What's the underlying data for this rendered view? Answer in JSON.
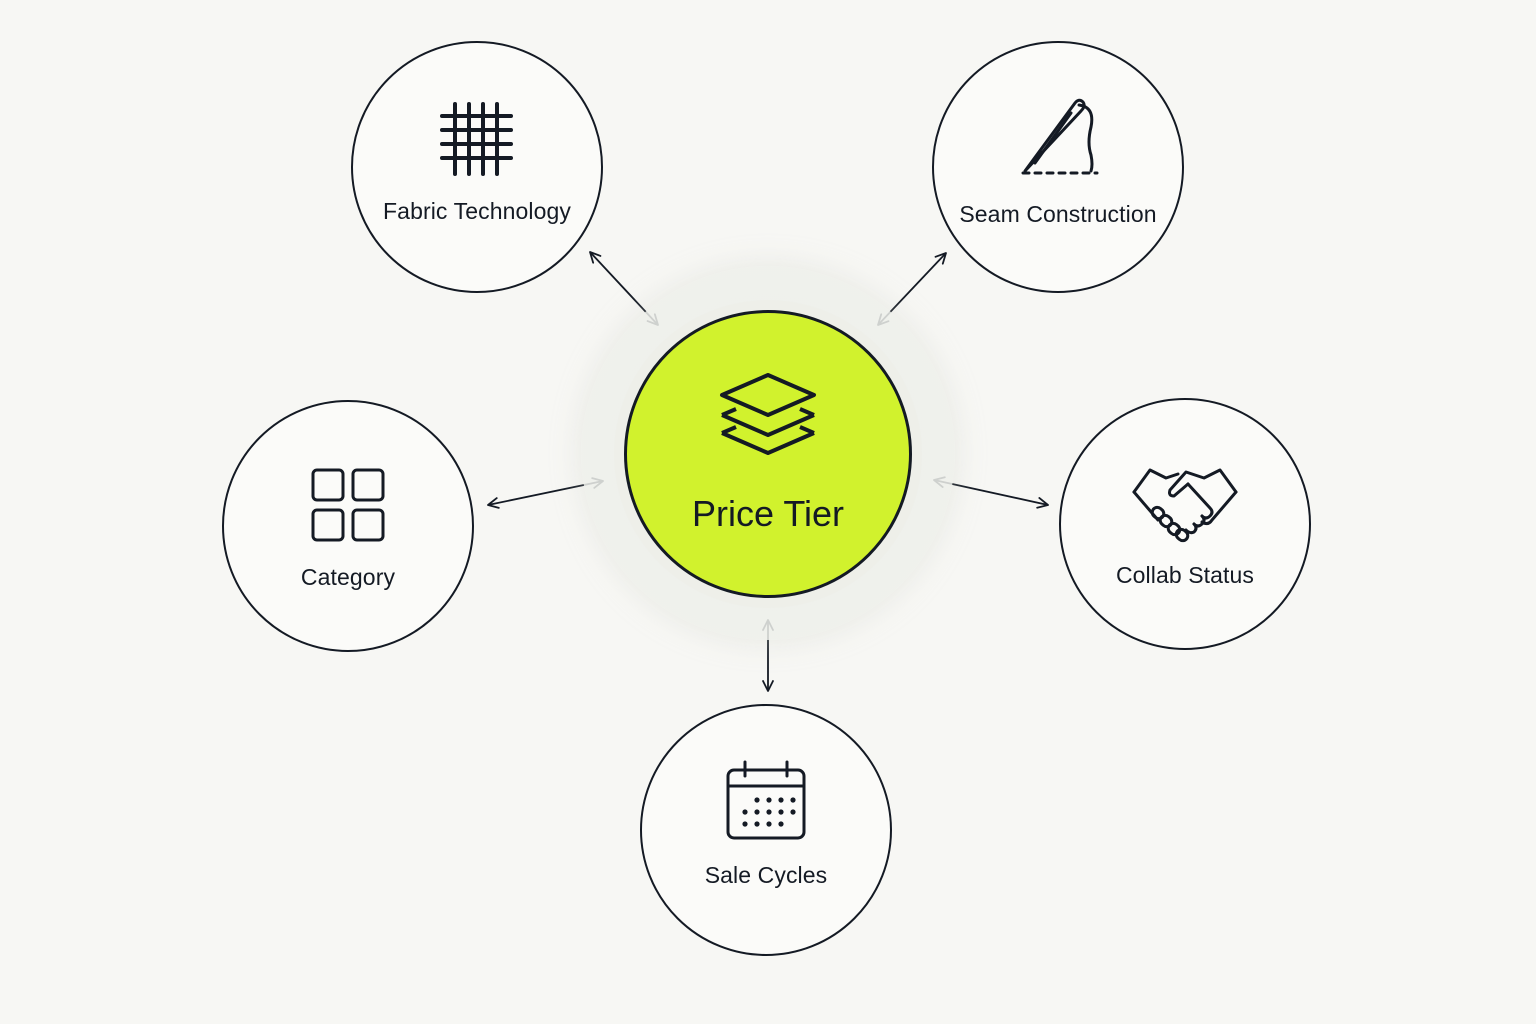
{
  "diagram": {
    "center": {
      "label": "Price Tier",
      "icon": "layers-icon",
      "color": "#d1f22d"
    },
    "nodes": [
      {
        "id": "fabric",
        "label": "Fabric Technology",
        "icon": "grid-mesh-icon"
      },
      {
        "id": "seam",
        "label": "Seam Construction",
        "icon": "needle-thread-icon"
      },
      {
        "id": "category",
        "label": "Category",
        "icon": "four-squares-icon"
      },
      {
        "id": "collab",
        "label": "Collab Status",
        "icon": "handshake-icon"
      },
      {
        "id": "sale",
        "label": "Sale Cycles",
        "icon": "calendar-icon"
      }
    ],
    "connector_style": "bidirectional-arrow",
    "stroke_color": "#141a24",
    "background_color": "#f7f7f4"
  }
}
